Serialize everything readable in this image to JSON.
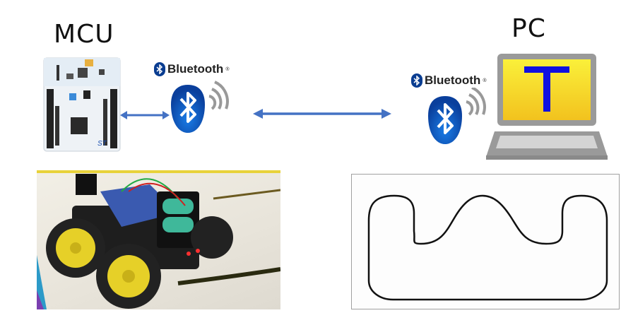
{
  "labels": {
    "mcu": "MCU",
    "pc": "PC",
    "bluetooth_left": "Bluetooth",
    "bluetooth_right": "Bluetooth",
    "registered_mark": "®"
  },
  "screen_letter": "T",
  "icons": {
    "mcu_board": "stm32-nucleo-board",
    "bluetooth_badge_left": "bluetooth-icon",
    "bluetooth_badge_right": "bluetooth-icon",
    "laptop": "laptop-icon",
    "robot_car_photo": "line-following-robot-car",
    "track": "line-track-map"
  },
  "connections": [
    {
      "from": "MCU",
      "to": "Bluetooth module",
      "type": "bidirectional"
    },
    {
      "from": "Bluetooth module",
      "to": "PC Bluetooth",
      "type": "bidirectional"
    }
  ],
  "colors": {
    "arrow": "#4472c4",
    "bluetooth_blue": "#0a57c2",
    "screen_yellow": "#f5e22a",
    "letter_blue": "#1010e0",
    "laptop_gray": "#9a9a9a",
    "track_line": "#111111"
  }
}
